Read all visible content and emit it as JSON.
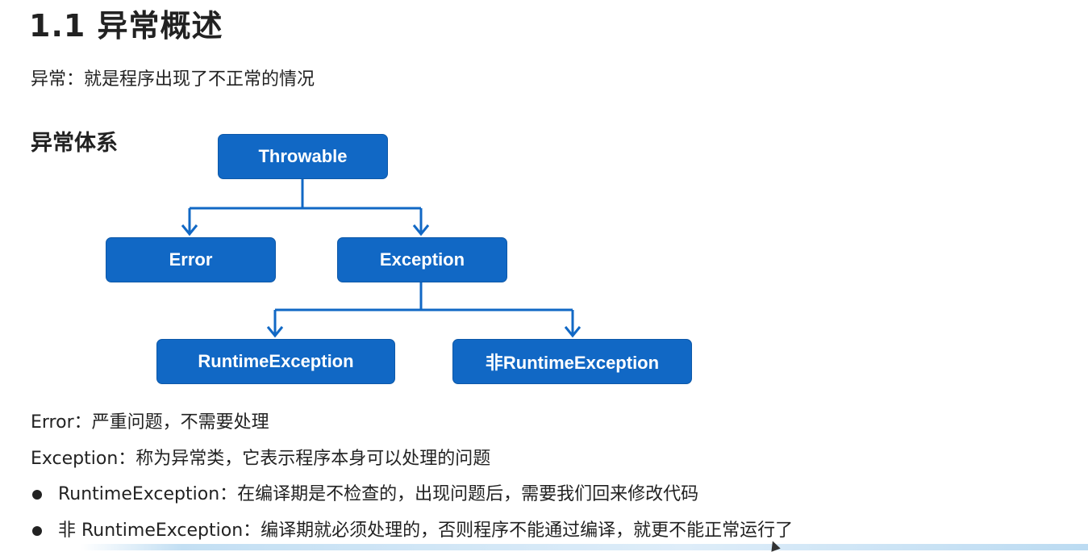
{
  "title": "1.1 异常概述",
  "intro": "异常：就是程序出现了不正常的情况",
  "section_title": "异常体系",
  "hierarchy": {
    "root": "Throwable",
    "level1": [
      "Error",
      "Exception"
    ],
    "level2": [
      "RuntimeException",
      "非RuntimeException"
    ]
  },
  "descriptions": {
    "error": "Error：严重问题，不需要处理",
    "exception": "Exception：称为异常类，它表示程序本身可以处理的问题"
  },
  "bullets": [
    "RuntimeException：在编译期是不检查的，出现问题后，需要我们回来修改代码",
    "非 RuntimeException：编译期就必须处理的，否则程序不能通过编译，就更不能正常运行了"
  ],
  "colors": {
    "node_fill": "#1168C5",
    "connector": "#1168C5",
    "text": "#222222"
  }
}
